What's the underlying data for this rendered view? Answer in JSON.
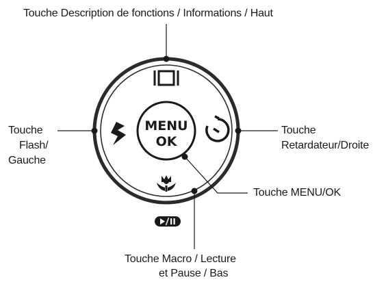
{
  "labels": {
    "top": "Touche Description de fonctions / Informations / Haut",
    "left": [
      "Touche",
      "Flash/",
      "Gauche"
    ],
    "right": [
      "Touche",
      "Retardateur/Droite"
    ],
    "menu_ok": "Touche MENU/OK",
    "bottom": [
      "Touche Macro / Lecture",
      "et Pause / Bas"
    ]
  },
  "center_button": {
    "line1": "MENU",
    "line2": "OK"
  },
  "icons": {
    "top": "display-icon",
    "left": "flash-icon",
    "right": "self-timer-icon",
    "bottom": "macro-icon",
    "below": "play-pause-icon"
  }
}
